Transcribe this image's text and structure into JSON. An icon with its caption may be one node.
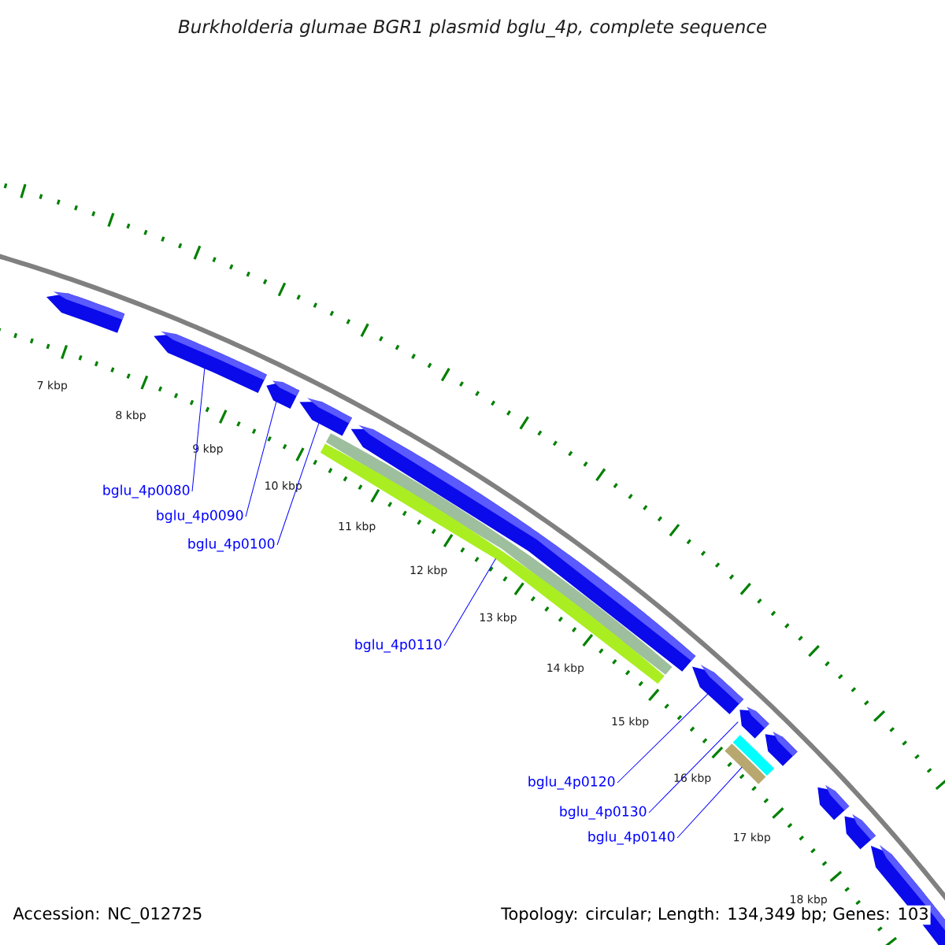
{
  "diagram": {
    "title": "Burkholderia glumae BGR1 plasmid bglu_4p, complete sequence",
    "nodes": [
      {
        "text": [],
        "shape": "box"
      },
      {
        "text": [],
        "shape": "box"
      },
      {
        "text": [],
        "shape": "box"
      },
      {
        "text": [],
        "shape": "box"
      },
      {
        "text": [],
        "shape": "box"
      },
      {
        "text": [],
        "shape": "box"
      },
      {
        "text": [],
        "shape": "box"
      },
      {
        "text": [],
        "shape": "box"
      },
      {
        "text": [],
        "shape": "box"
      },
      {
        "text": [],
        "shape": "box"
      },
      {
        "text": [],
        "shape": "box"
      },
      {
        "text": [],
        "shape": "bar"
      },
      {
        "text": [],
        "shape": "bar"
      },
      {
        "text": [],
        "shape": "bar"
      },
      {
        "text": [],
        "shape": "bar"
      },
      {
        "text": [
          "bglu_4p0080"
        ]
      },
      {
        "text": [
          "bglu_4p0090"
        ]
      },
      {
        "text": [
          "bglu_4p0100"
        ]
      },
      {
        "text": [
          "bglu_4p0110"
        ]
      },
      {
        "text": [
          "bglu_4p0120"
        ]
      },
      {
        "text": [
          "bglu_4p0130"
        ]
      },
      {
        "text": [
          "bglu_4p0140"
        ]
      }
    ],
    "edges": [
      {
        "from": 15,
        "to": 1,
        "arrow": "none"
      },
      {
        "from": 16,
        "to": 2,
        "arrow": "none"
      },
      {
        "from": 17,
        "to": 3,
        "arrow": "none"
      },
      {
        "from": 18,
        "to": 12,
        "arrow": "none"
      },
      {
        "from": 19,
        "to": 5,
        "arrow": "none"
      },
      {
        "from": 20,
        "to": 6,
        "arrow": "none"
      },
      {
        "from": 21,
        "to": 14,
        "arrow": "none"
      }
    ],
    "labels": [
      "7 kbp",
      "8 kbp",
      "9 kbp",
      "10 kbp",
      "11 kbp",
      "12 kbp",
      "13 kbp",
      "14 kbp",
      "15 kbp",
      "16 kbp",
      "17 kbp",
      "18 kbp",
      "Accession: NC_012725",
      "Topology: circular; Length: 134,349 bp; Genes: 103"
    ]
  }
}
